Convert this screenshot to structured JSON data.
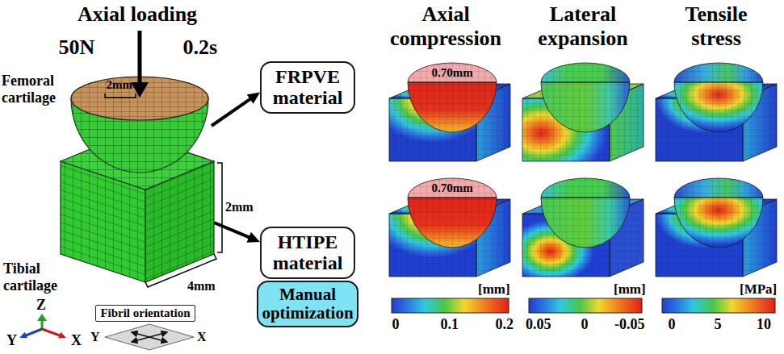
{
  "diagram": {
    "nodes": [
      {
        "text": [
          "Femoral cartilage"
        ]
      },
      {
        "text": [
          "Tibial cartilage"
        ]
      },
      {
        "text": [
          "FRPVE material"
        ]
      },
      {
        "text": [
          "HTIPE material"
        ]
      },
      {
        "text": [
          "Manual optimization"
        ]
      },
      {
        "text": [
          "Fibril orientation"
        ]
      }
    ],
    "edges": [
      {
        "from": 0,
        "to": 2,
        "arrow": "to"
      },
      {
        "from": 1,
        "to": 3,
        "arrow": "to"
      }
    ],
    "labels": [
      "Axial loading",
      "50N",
      "0.2s",
      "2mm",
      "2mm",
      "4mm",
      "Z",
      "Y",
      "X",
      "Y",
      "X",
      "Axial compression",
      "Lateral expansion",
      "Tensile stress",
      "0.70mm",
      "0.70mm",
      "[mm]",
      "[mm]",
      "[MPa]",
      "0",
      "0.1",
      "0.2",
      "0.05",
      "0",
      "-0.05",
      "0",
      "5",
      "10"
    ]
  }
}
